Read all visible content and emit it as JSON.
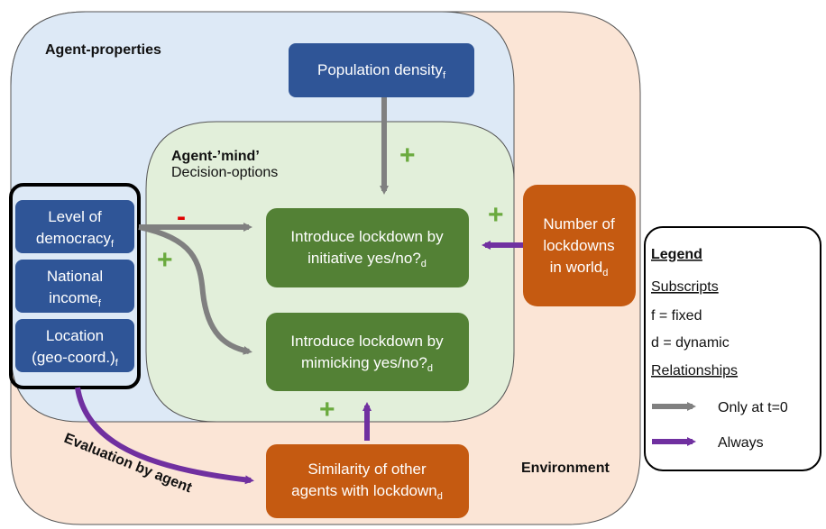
{
  "colors": {
    "environment_fill": "#fbe5d6",
    "agent_props_fill": "#dde9f6",
    "agent_mind_fill": "#e2efda",
    "blue_box": "#2f5597",
    "green_box": "#538135",
    "orange_box": "#c55a11",
    "gray_arrow": "#808080",
    "purple_arrow": "#7030a0",
    "plus": "#6aaa3e",
    "minus": "#e00000"
  },
  "regions": {
    "environment": "Environment",
    "agent_properties": "Agent-properties",
    "agent_mind_title": "Agent-’mind’",
    "agent_mind_subtitle": "Decision-options"
  },
  "nodes": {
    "population_density": {
      "text": "Population density",
      "sub": "f"
    },
    "democracy": {
      "line1": "Level of",
      "line2": "democracy",
      "sub": "f"
    },
    "income": {
      "line1": "National",
      "line2": "income",
      "sub": "f"
    },
    "location": {
      "line1": "Location",
      "line2": "(geo-coord.)",
      "sub": "f"
    },
    "initiative": {
      "line1": "Introduce lockdown by",
      "line2": "initiative yes/no?",
      "sub": "d"
    },
    "mimicking": {
      "line1": "Introduce lockdown by",
      "line2": "mimicking yes/no?",
      "sub": "d"
    },
    "num_lockdowns": {
      "line1": "Number of",
      "line2": "lockdowns",
      "line3": "in world",
      "sub": "d"
    },
    "similarity": {
      "line1": "Similarity of other",
      "line2": "agents with lockdown",
      "sub": "d"
    }
  },
  "edges": {
    "population_to_initiative": {
      "sign": "+",
      "type": "only at t=0"
    },
    "democracy_to_initiative": {
      "sign": "-",
      "type": "only at t=0"
    },
    "democracy_to_mimicking": {
      "sign": "+",
      "type": "only at t=0"
    },
    "lockdowns_to_initiative": {
      "sign": "+",
      "type": "always"
    },
    "similarity_to_mimicking": {
      "sign": "+",
      "type": "always"
    },
    "evaluation": {
      "label": "Evaluation by agent",
      "type": "always"
    }
  },
  "legend": {
    "title": "Legend",
    "subscripts_heading": "Subscripts",
    "fixed": "f = fixed",
    "dynamic": "d = dynamic",
    "relationships_heading": "Relationships",
    "gray": "Only at t=0",
    "purple": "Always"
  }
}
